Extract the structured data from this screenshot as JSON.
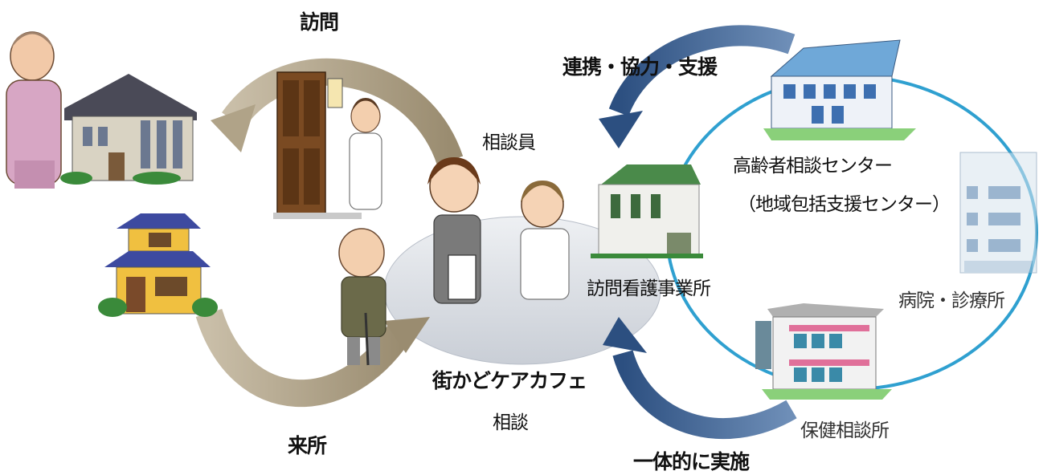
{
  "labels": {
    "visit": "訪問",
    "cooperation": "連携・協力・支援",
    "counselor": "相談員",
    "senior_center": "高齢者相談センター",
    "regional_center": "（地域包括支援センター）",
    "nursing_station": "訪問看護事業所",
    "hospital": "病院・診療所",
    "cafe": "街かどケアカフェ",
    "consultation": "相談",
    "health_center": "保健相談所",
    "come_visit": "来所",
    "integrated": "一体的に実施"
  },
  "colors": {
    "brown_arrow": "#a89a80",
    "blue_arrow": "#3c5f8e",
    "network_circle": "#2fa0d0",
    "center_ellipse": "#d8dce2"
  }
}
